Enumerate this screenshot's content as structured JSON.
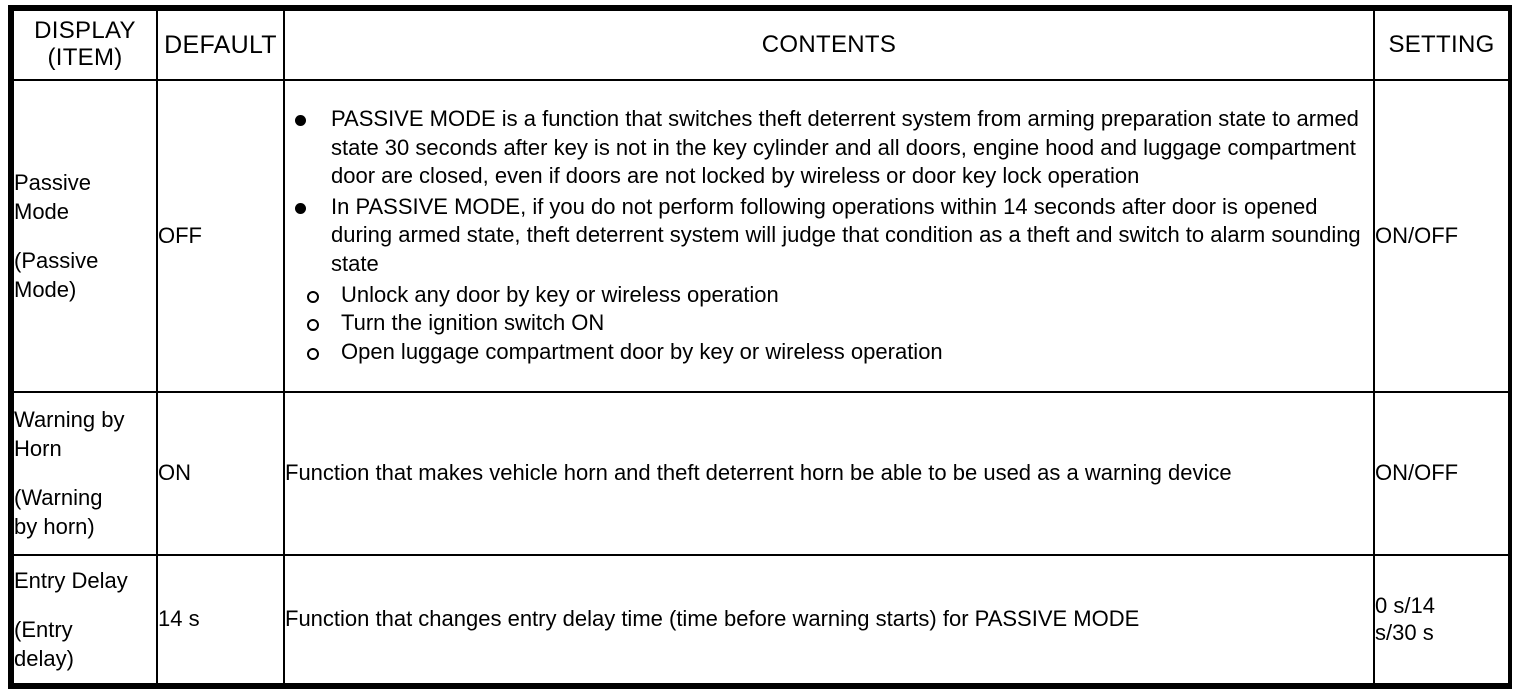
{
  "table": {
    "headers": {
      "display": "DISPLAY\n(ITEM)",
      "display_line1": "DISPLAY",
      "display_line2": "(ITEM)",
      "default": "DEFAULT",
      "contents": "CONTENTS",
      "setting": "SETTING"
    },
    "rows": [
      {
        "display_name": "Passive Mode",
        "display_line1": "Passive",
        "display_line2": "Mode",
        "display_line3": "(Passive",
        "display_line4": "Mode)",
        "default": "OFF",
        "setting": "ON/OFF",
        "contents_bullets": [
          "PASSIVE MODE is a function that switches theft deterrent system from arming preparation state to armed state 30 seconds after key is not in the key cylinder and all doors, engine hood and luggage compartment door are closed, even if doors are not locked by wireless or door key lock operation",
          "In PASSIVE MODE, if you do not perform following operations within 14 seconds after door is opened during armed state, theft deterrent system will judge that condition as a theft and switch to alarm sounding state"
        ],
        "contents_subbullets": [
          "Unlock any door by key or wireless operation",
          "Turn the ignition switch ON",
          "Open luggage compartment door by key or wireless operation"
        ]
      },
      {
        "display_name": "Warning by Horn",
        "display_line1": "Warning by",
        "display_line2": "Horn",
        "display_line3": "(Warning",
        "display_line4": "by horn)",
        "default": "ON",
        "setting": "ON/OFF",
        "contents_text": "Function that makes vehicle horn and theft deterrent horn be able to be used as a warning device"
      },
      {
        "display_name": "Entry Delay",
        "display_line1": "Entry Delay",
        "display_line2": "",
        "display_line3": "(Entry",
        "display_line4": "delay)",
        "default": "14 s",
        "setting_line1": "0 s/14",
        "setting_line2": "s/30 s",
        "contents_text": "Function that changes entry delay time (time before warning starts) for PASSIVE MODE"
      }
    ]
  },
  "colors": {
    "border": "#000000",
    "text": "#000000",
    "background": "#ffffff"
  }
}
